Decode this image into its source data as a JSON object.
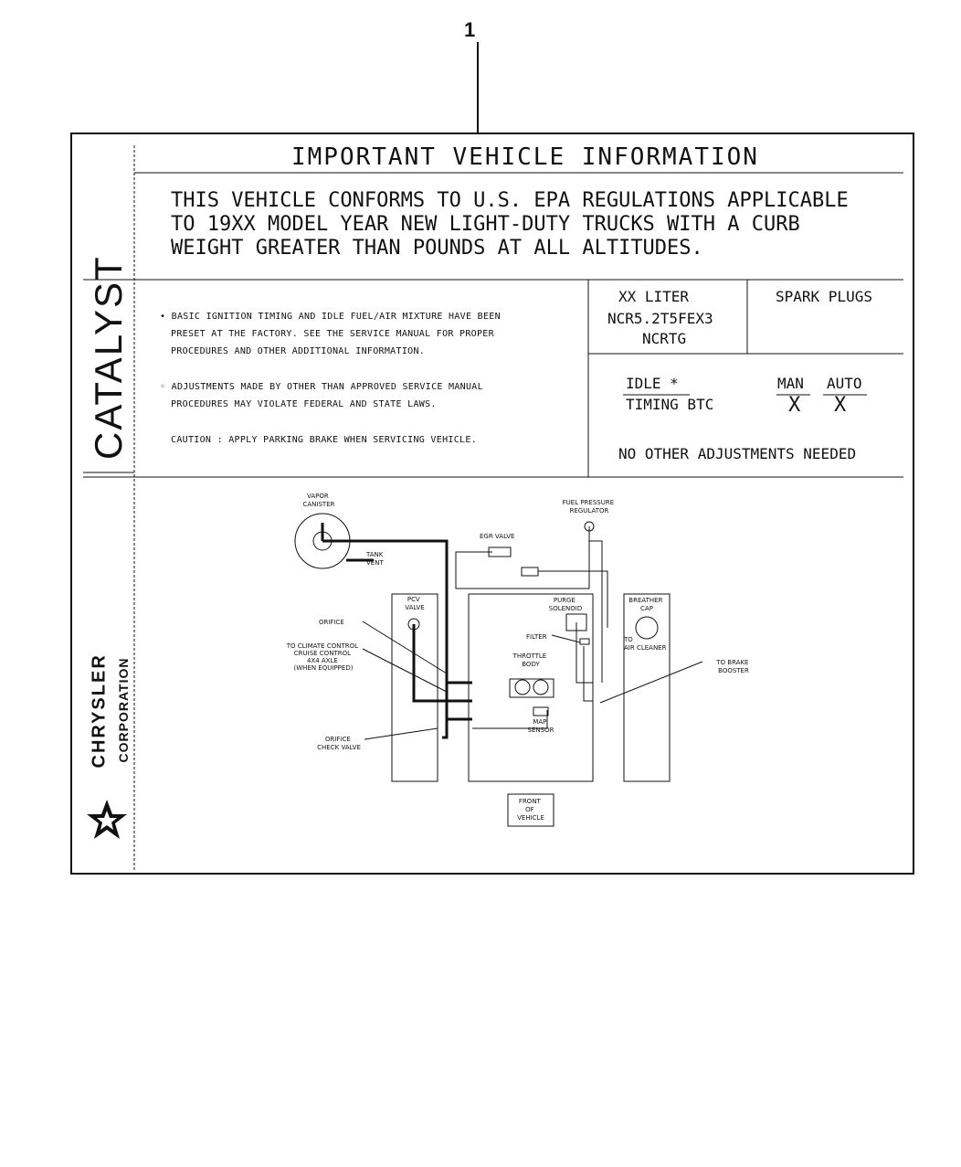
{
  "callout_number": "1",
  "label": {
    "title": "IMPORTANT VEHICLE INFORMATION",
    "epa_lines": [
      "THIS VEHICLE CONFORMS TO U.S. EPA REGULATIONS APPLICABLE",
      "TO 19XX MODEL YEAR NEW LIGHT-DUTY TRUCKS WITH A CURB",
      "WEIGHT GREATER THAN          POUNDS AT ALL ALTITUDES."
    ],
    "side_text": "CATALYST",
    "notes": [
      "• BASIC IGNITION TIMING AND IDLE FUEL/AIR MIXTURE HAVE BEEN",
      "PRESET AT THE FACTORY. SEE THE SERVICE MANUAL FOR PROPER",
      "PROCEDURES AND OTHER ADDITIONAL INFORMATION.",
      "◦ ADJUSTMENTS MADE BY OTHER THAN APPROVED SERVICE MANUAL",
      "PROCEDURES MAY VIOLATE FEDERAL AND STATE LAWS.",
      "CAUTION : APPLY PARKING BRAKE WHEN SERVICING VEHICLE."
    ],
    "engine": {
      "liter": "XX LITER",
      "code1": "NCR5.2T5FEX3",
      "code2": "NCRTG"
    },
    "spark_plugs": "SPARK PLUGS",
    "idle": "IDLE *",
    "timing": "TIMING BTC",
    "man": "MAN",
    "auto": "AUTO",
    "man_val": "X",
    "auto_val": "X",
    "no_adjust": "NO OTHER ADJUSTMENTS NEEDED",
    "brand_line1": "CHRYSLER",
    "brand_line2": "CORPORATION"
  },
  "diagram": {
    "vapor_canister": [
      "VAPOR",
      "CANISTER"
    ],
    "tank_vent": [
      "TANK",
      "VENT"
    ],
    "fuel_pressure": [
      "FUEL PRESSURE",
      "REGULATOR"
    ],
    "egr_valve": "EGR VALVE",
    "pcv_valve": [
      "PCV",
      "VALVE"
    ],
    "purge_solenoid": [
      "PURGE",
      "SOLENOID"
    ],
    "breather_cap": [
      "BREATHER",
      "CAP"
    ],
    "orifice": "ORIFICE",
    "filter": "FILTER",
    "to_air_cleaner": [
      "TO",
      "AIR CLEANER"
    ],
    "climate": [
      "TO CLIMATE CONTROL",
      "CRUISE CONTROL",
      "4X4 AXLE",
      "(WHEN EQUIPPED)"
    ],
    "throttle_body": [
      "THROTTLE",
      "BODY"
    ],
    "to_brake_booster": [
      "TO BRAKE",
      "BOOSTER"
    ],
    "orifice_check": [
      "ORIFICE",
      "CHECK VALVE"
    ],
    "map_sensor": [
      "MAP",
      "SENSOR"
    ],
    "front_vehicle": [
      "FRONT",
      "OF",
      "VEHICLE"
    ]
  }
}
